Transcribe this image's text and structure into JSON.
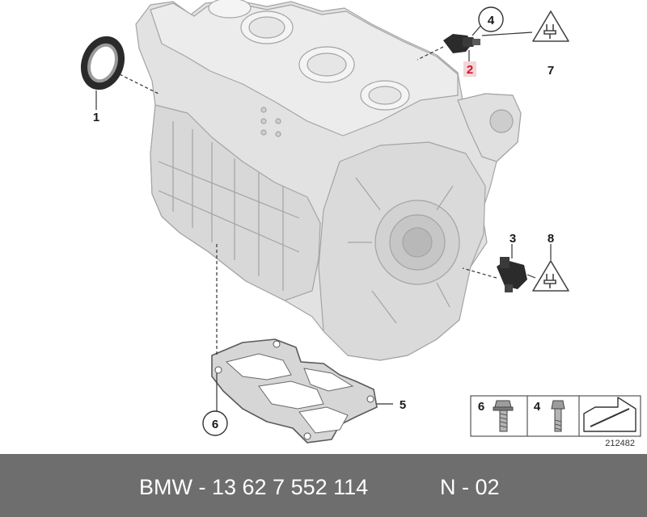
{
  "diagram": {
    "callouts": [
      "1",
      "2",
      "3",
      "4",
      "5",
      "6",
      "7",
      "8"
    ],
    "highlighted_callout": "2",
    "legend": {
      "items": [
        "6",
        "4"
      ]
    },
    "drawing_number": "212482"
  },
  "footer": {
    "part_text": "BMW - 13 62 7 552 114",
    "revision": "N - 02"
  },
  "colors": {
    "highlight": "#d0142c",
    "engine_block": "#e3e3e3",
    "outline": "#9a9a9a",
    "footer_bg": "#6e6e6e"
  }
}
